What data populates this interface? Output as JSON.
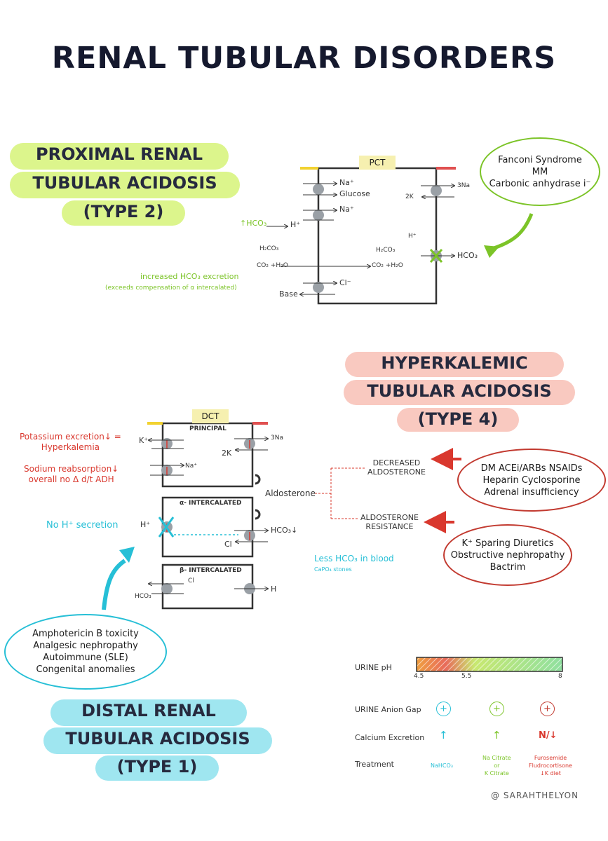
{
  "title": "RENAL TUBULAR DISORDERS",
  "proximal": {
    "heading": [
      "PROXIMAL RENAL",
      "TUBULAR ACIDOSIS",
      "(TYPE 2)"
    ],
    "cell_label": "PCT",
    "causes": [
      "Fanconi Syndrome",
      "MM",
      "Carbonic anhydrase i⁻"
    ],
    "labels": {
      "na1": "Na⁺",
      "glucose": "Glucose",
      "na2": "Na⁺",
      "three_na": "3Na",
      "two_k": "2K",
      "hco3_up": "↑HCO₃",
      "h_plus": "H⁺",
      "h2co3_left": "H₂CO₃",
      "co2_left": "CO₂ +H₂O",
      "h_plus_right": "H⁺",
      "h2co3_right": "H₂CO₃",
      "co2_right": "CO₂ +H₂O",
      "hco3_out": "HCO₃",
      "cl": "Cl⁻",
      "base": "Base"
    },
    "note": [
      "increased HCO₃ excretion",
      "(exceeds compensation of α intercalated)"
    ]
  },
  "hyperkalemic": {
    "heading": [
      "HYPERKALEMIC",
      "TUBULAR ACIDOSIS",
      "(TYPE 4)"
    ],
    "aldosterone": "Aldosterone",
    "decreased": [
      "DECREASED",
      "ALDOSTERONE"
    ],
    "resistance": [
      "ALDOSTERONE",
      "RESISTANCE"
    ],
    "causes_decreased": [
      "DM ACEi/ARBs NSAIDs",
      "Heparin Cyclosporine",
      "Adrenal insufficiency"
    ],
    "causes_resistance": [
      "K⁺ Sparing Diuretics",
      "Obstructive nephropathy",
      "Bactrim"
    ]
  },
  "dct": {
    "label": "DCT",
    "principal": "PRINCIPAL",
    "alpha": "α- INTERCALATED",
    "beta": "β- INTERCALATED",
    "k_left": "K⁺",
    "na_in": "Na⁺",
    "three_na": "3Na",
    "two_k": "2K",
    "h_left": "H⁺",
    "hco3_down": "HCO₃↓",
    "cl_alpha": "Cl",
    "cl_beta": "Cl",
    "hco3_beta": "HCO₃",
    "h_beta": "H",
    "potassium_note": [
      "Potassium excretion↓ =",
      "Hyperkalemia"
    ],
    "sodium_note": [
      "Sodium reabsorption↓",
      "overall no Δ d/t ADH"
    ],
    "no_h": "No H⁺ secretion",
    "less_hco3": "Less HCO₃ in blood",
    "ca_stones": "CaPO₄ stones"
  },
  "distal": {
    "heading": [
      "DISTAL RENAL",
      "TUBULAR ACIDOSIS",
      "(TYPE 1)"
    ],
    "causes": [
      "Amphotericin B toxicity",
      "Analgesic nephropathy",
      "Autoimmune (SLE)",
      "Congenital anomalies"
    ]
  },
  "table": {
    "ph_label": "URINE pH",
    "ph_ticks": [
      "4.5",
      "5.5",
      "8"
    ],
    "row_labels": [
      "URINE Anion Gap",
      "Calcium Excretion",
      "Treatment"
    ],
    "anion_gap": [
      "+",
      "+",
      "+"
    ],
    "calcium": [
      "↑",
      "↑",
      "N/↓"
    ],
    "treatment": [
      [
        "NaHCO₃"
      ],
      [
        "Na Citrate",
        "or",
        "K Citrate"
      ],
      [
        "Furosemide",
        "Fludrocortisone",
        "↓K diet"
      ]
    ]
  },
  "signature": "@ SARAHTHELYON",
  "colors": {
    "green": "#7cc428",
    "red": "#d9382e",
    "cyan": "#26bfd6",
    "yellow": "#f2d230",
    "ink": "#15192e"
  }
}
